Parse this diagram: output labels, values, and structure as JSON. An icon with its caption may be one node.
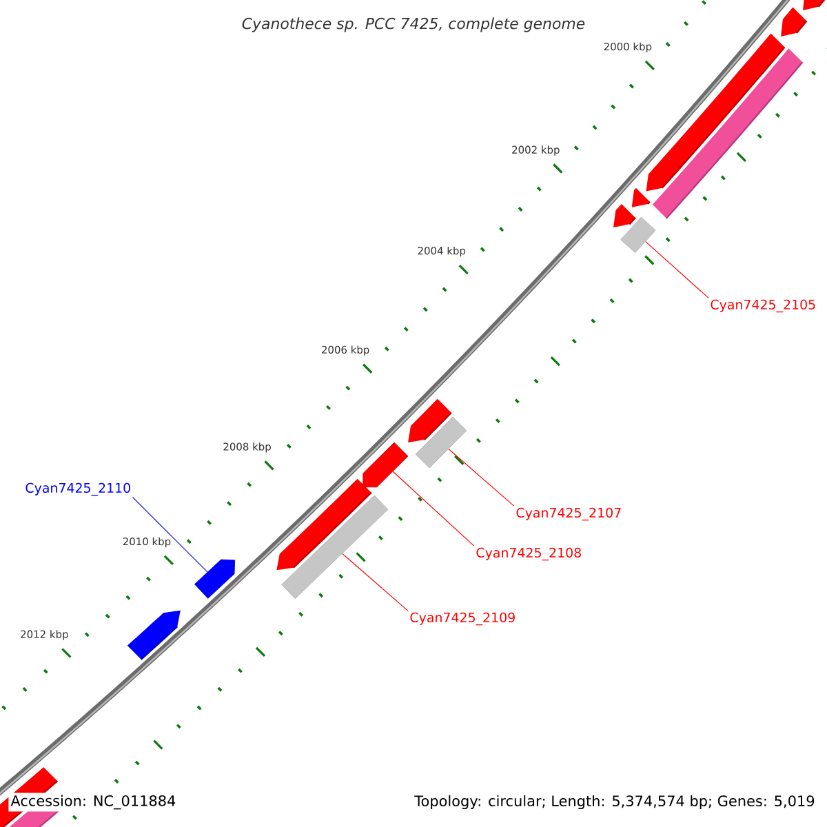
{
  "diagram": {
    "title": "Cyanothece sp. PCC 7425, complete genome",
    "nodes": [
      {
        "text": [
          "Cyan7425_2105"
        ]
      },
      {
        "text": [],
        "shape": "box"
      },
      {
        "text": [
          "Cyan7425_2110"
        ]
      },
      {
        "text": [],
        "shape": "arrow"
      },
      {
        "text": [
          "Cyan7425_2107"
        ]
      },
      {
        "text": [],
        "shape": "box"
      },
      {
        "text": [
          "Cyan7425_2108"
        ]
      },
      {
        "text": [],
        "shape": "arrow"
      },
      {
        "text": [
          "Cyan7425_2109"
        ]
      },
      {
        "text": [],
        "shape": "box"
      }
    ],
    "edges": [
      {
        "from": 0,
        "to": 1,
        "arrow": "none"
      },
      {
        "from": 2,
        "to": 3,
        "arrow": "none",
        "color": "#0000ff"
      },
      {
        "from": 4,
        "to": 5,
        "arrow": "none"
      },
      {
        "from": 6,
        "to": 7,
        "arrow": "none"
      },
      {
        "from": 8,
        "to": 9,
        "arrow": "none"
      }
    ],
    "labels": [
      "2000 kbp",
      "2002 kbp",
      "2004 kbp",
      "2006 kbp",
      "2008 kbp",
      "2010 kbp",
      "2012 kbp",
      "Accession: NC_011884",
      "Topology: circular; Length: 5,374,574 bp; Genes: 5,019"
    ]
  }
}
